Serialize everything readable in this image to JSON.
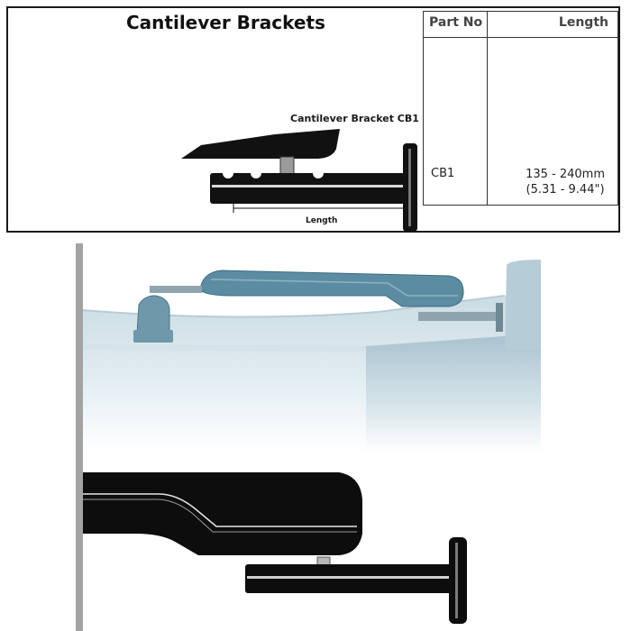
{
  "header": {
    "title": "Cantilever Brackets"
  },
  "spec_table": {
    "columns": [
      "Part No",
      "Length"
    ],
    "rows": [
      {
        "part_no": "CB1",
        "length_mm": "135 - 240mm",
        "length_in": "(5.31 - 9.44\")"
      }
    ]
  },
  "diagram": {
    "bracket_label": "Cantilever Bracket CB1",
    "dimension_label": "Length"
  },
  "colors": {
    "frame": "#1a1a1a",
    "bracket": "#111111",
    "surface_blue": "#9fb9c6",
    "roof_blue": "#5b8ca2"
  }
}
